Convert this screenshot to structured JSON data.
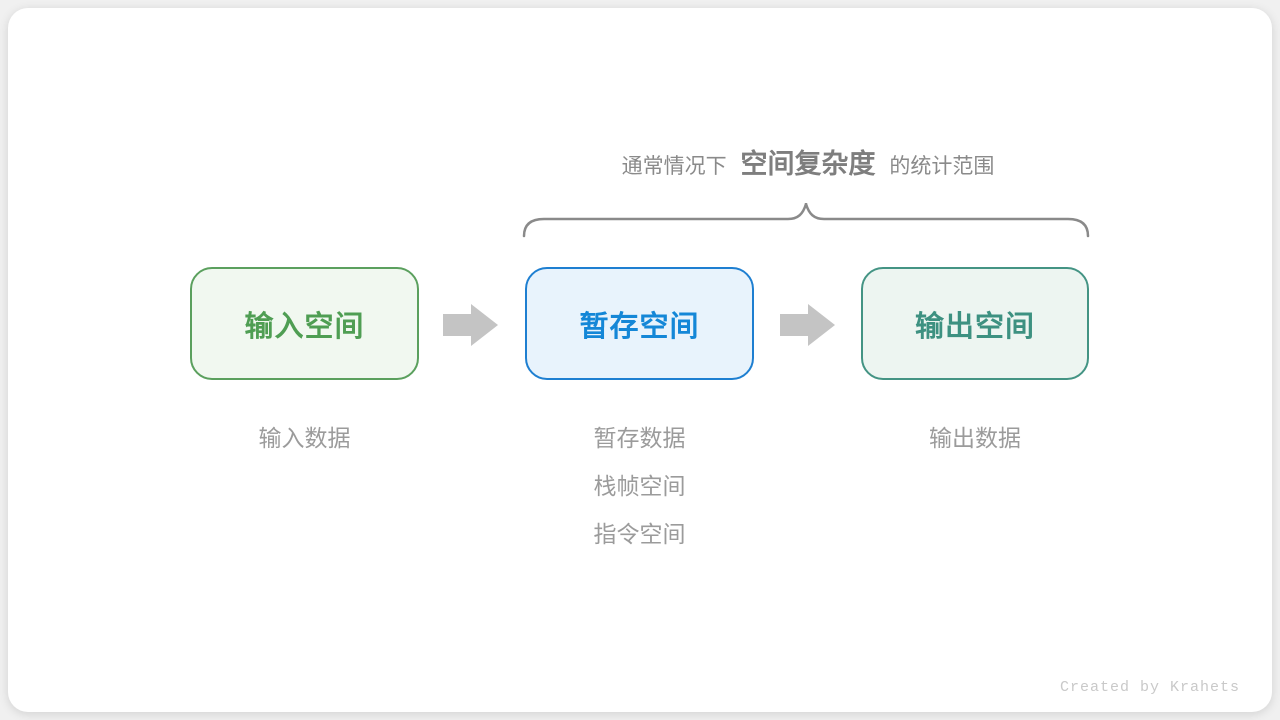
{
  "title": {
    "prefix": "通常情况下",
    "highlight": "空间复杂度",
    "suffix": "的统计范围"
  },
  "boxes": [
    {
      "id": "input",
      "label": "输入空间",
      "text_color": "#4f9e53",
      "border_color": "#5ba05e",
      "fill_color": "#f1f8f0"
    },
    {
      "id": "temp",
      "label": "暂存空间",
      "text_color": "#1487d7",
      "border_color": "#1e7fd1",
      "fill_color": "#e8f3fc"
    },
    {
      "id": "output",
      "label": "输出空间",
      "text_color": "#3d9181",
      "border_color": "#449484",
      "fill_color": "#edf5f1"
    }
  ],
  "notes": {
    "input": [
      "输入数据"
    ],
    "temp": [
      "暂存数据",
      "栈帧空间",
      "指令空间"
    ],
    "output": [
      "输出数据"
    ]
  },
  "icons": {
    "arrow": "right-block-arrow",
    "brace": "top-curly-brace"
  },
  "colors": {
    "arrow": "#c4c4c4",
    "brace": "#8a8a8a",
    "title_text": "#8a8a8a",
    "note_text": "#9b9b9b",
    "credit_text": "#c9c9c9",
    "card_background": "#ffffff",
    "page_background": "#f0f0f0"
  },
  "credit": "Created by Krahets"
}
